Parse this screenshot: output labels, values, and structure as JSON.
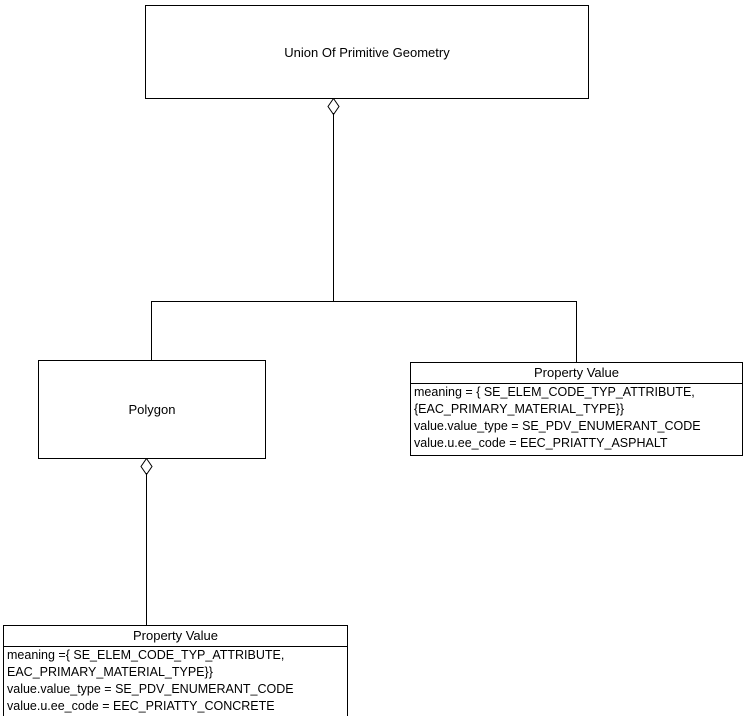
{
  "diagram": {
    "type": "uml-aggregation-diagram",
    "background_color": "#ffffff",
    "line_color": "#000000",
    "text_color": "#000000"
  },
  "nodes": {
    "union_of_primitive_geometry": {
      "title": "Union Of Primitive Geometry"
    },
    "polygon": {
      "title": "Polygon"
    },
    "property_value_asphalt": {
      "title": "Property Value",
      "attributes": [
        "meaning = { SE_ELEM_CODE_TYP_ATTRIBUTE,",
        "{EAC_PRIMARY_MATERIAL_TYPE}}",
        "value.value_type = SE_PDV_ENUMERANT_CODE",
        "value.u.ee_code = EEC_PRIATTY_ASPHALT"
      ]
    },
    "property_value_concrete": {
      "title": "Property Value",
      "attributes": [
        "meaning ={ SE_ELEM_CODE_TYP_ATTRIBUTE,",
        "EAC_PRIMARY_MATERIAL_TYPE}}",
        "value.value_type = SE_PDV_ENUMERANT_CODE",
        "value.u.ee_code = EEC_PRIATTY_CONCRETE"
      ]
    }
  },
  "edges": {
    "union_to_children": {
      "kind": "aggregation",
      "source": "union_of_primitive_geometry",
      "targets": [
        "polygon",
        "property_value_asphalt"
      ]
    },
    "polygon_to_property_value": {
      "kind": "aggregation",
      "source": "polygon",
      "targets": [
        "property_value_concrete"
      ]
    }
  }
}
